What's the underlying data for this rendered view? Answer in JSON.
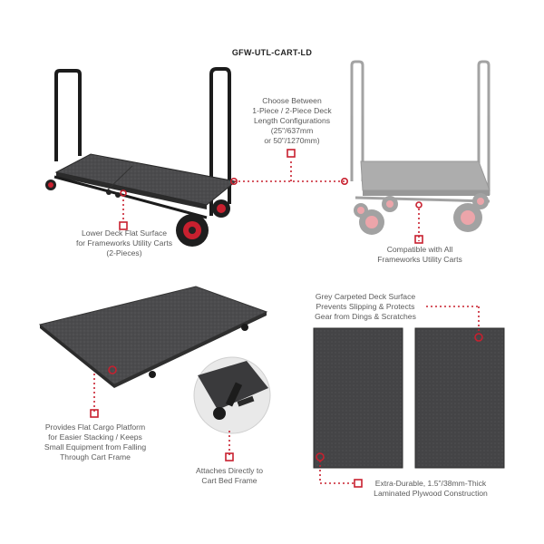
{
  "product": {
    "sku": "GFW-UTL-CART-LD"
  },
  "captions": {
    "deck_config": "Choose Between\n1-Piece / 2-Piece Deck\nLength Configurations\n(25\"/637mm\nor 50\"/1270mm)",
    "lower_deck": "Lower Deck Flat Surface\nfor Frameworks Utility Carts\n(2-Pieces)",
    "compatible": "Compatible with All\nFrameworks Utility Carts",
    "carpeted": "Grey Carpeted Deck Surface\nPrevents Slipping & Protects\nGear from Dings & Scratches",
    "flat_cargo": "Provides Flat Cargo Platform\nfor Easier Stacking / Keeps\nSmall Equipment from Falling\nThrough Cart Frame",
    "attaches": "Attaches Directly to\nCart Bed Frame",
    "durable": "Extra-Durable, 1.5\"/38mm-Thick\nLaminated Plywood Construction"
  },
  "colors": {
    "accent": "#c8202f",
    "deck": "#4a4a4c",
    "frame": "#1c1c1c",
    "leader": "#c8202f"
  }
}
